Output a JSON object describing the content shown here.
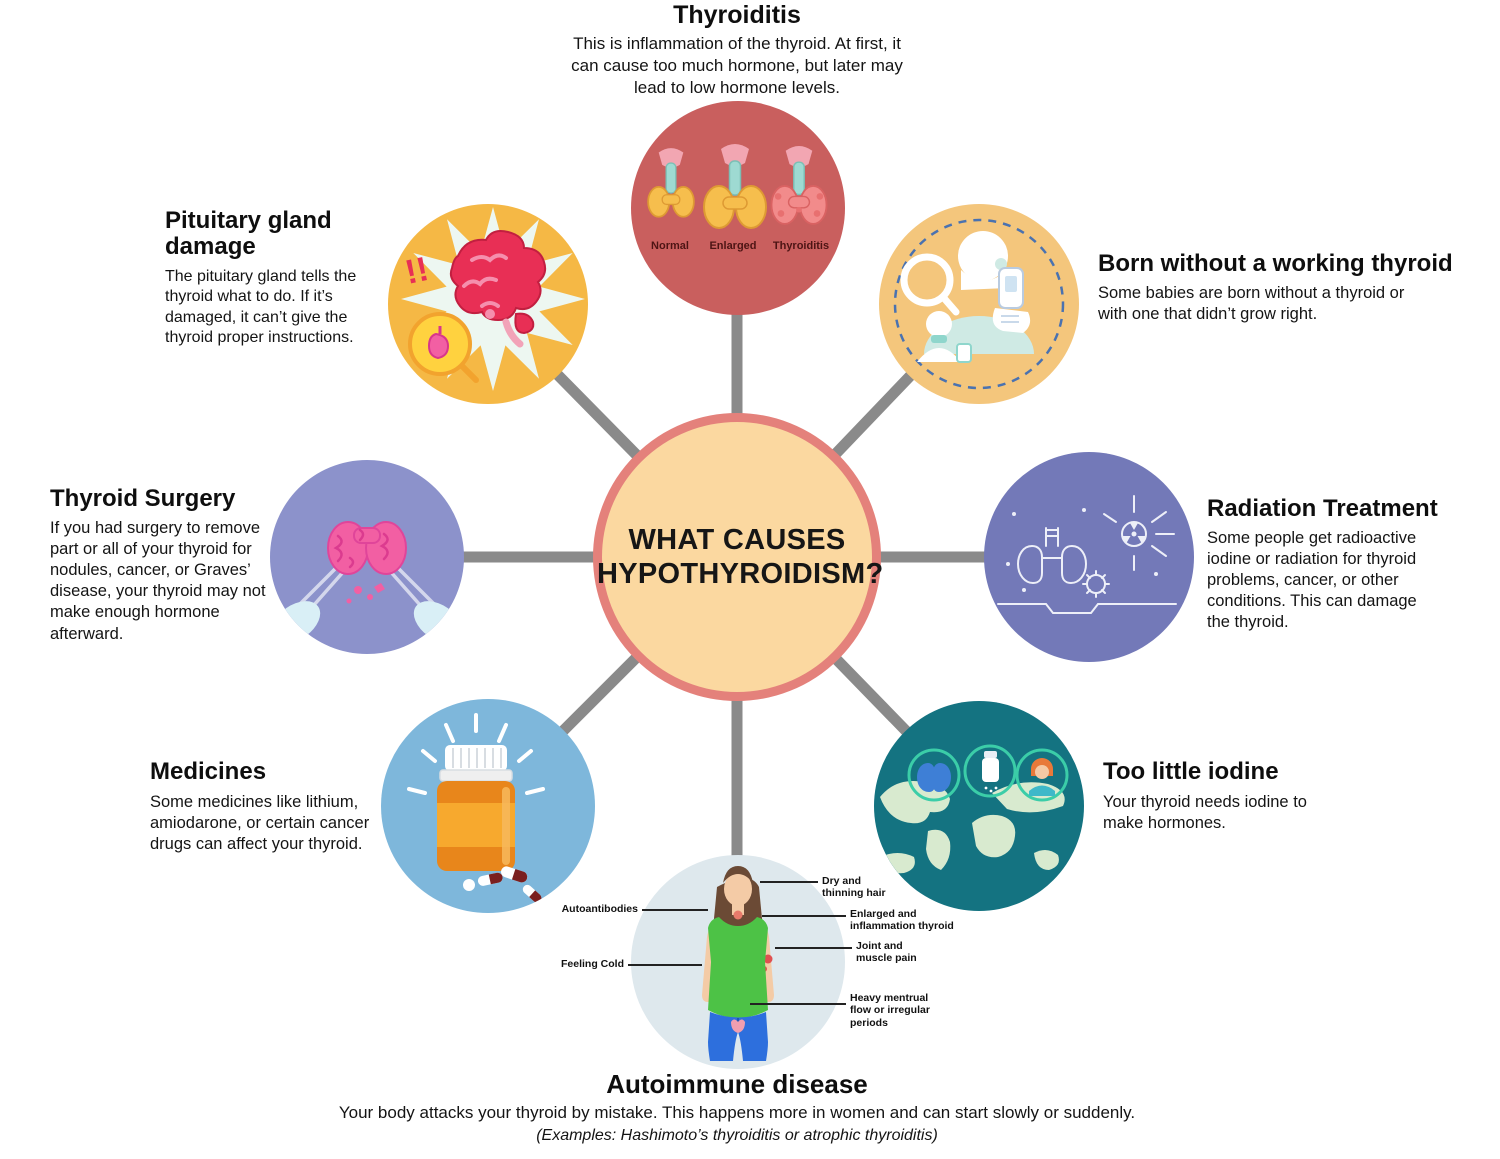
{
  "colors": {
    "spoke": "#8A8A8A",
    "center_fill": "#FBD8A0",
    "center_ring": "#E4817B",
    "thyroiditis_circle": "#C95F5E",
    "born_circle": "#F4C67C",
    "radiation_circle": "#7379B8",
    "iodine_circle": "#147381",
    "autoimmune_circle": "#DEE8ED",
    "medicines_circle": "#7EB7DB",
    "surgery_circle": "#8C92CB",
    "pituitary_circle": "#F5B845"
  },
  "center": {
    "title": "WHAT CAUSES HYPOTHYROIDISM?"
  },
  "nodes": {
    "thyroiditis": {
      "title": "Thyroiditis",
      "description": "This is inflammation of the thyroid. At first, it can cause too much hormone, but later may lead to low hormone levels.",
      "icon_labels": {
        "normal": "Normal",
        "enlarged": "Enlarged",
        "thyroiditis": "Thyroiditis"
      }
    },
    "pituitary": {
      "title": "Pituitary gland damage",
      "description": "The pituitary gland tells the thyroid what to do. If it’s damaged, it can’t give the thyroid proper instructions.",
      "icon_text": "!!"
    },
    "born": {
      "title": "Born without a working thyroid",
      "description": "Some babies are born without a thyroid or with one that didn’t grow right."
    },
    "radiation": {
      "title": "Radiation Treatment",
      "description": "Some people get radioactive iodine or radiation for thyroid problems, cancer, or other conditions. This can damage the thyroid."
    },
    "surgery": {
      "title": "Thyroid Surgery",
      "description": "If you had surgery to remove part or all of your thyroid for nodules, cancer, or Graves’ disease, your thyroid may not make enough hormone afterward."
    },
    "iodine": {
      "title": "Too little iodine",
      "description": "Your thyroid needs iodine to make hormones."
    },
    "medicines": {
      "title": "Medicines",
      "description": "Some medicines like lithium, amiodarone, or certain cancer drugs can affect your thyroid."
    },
    "autoimmune": {
      "title": "Autoimmune disease",
      "description": "Your body attacks your thyroid by mistake. This happens more in women and can start slowly or suddenly.",
      "examples": "(Examples: Hashimoto’s thyroiditis or atrophic thyroiditis)",
      "body_labels": {
        "hair": "Dry and thinning hair",
        "autoantibodies": "Autoantibodies",
        "thyroid": "Enlarged and inflammation thyroid",
        "joint": "Joint and muscle pain",
        "cold": "Feeling Cold",
        "periods": "Heavy mentrual flow or irregular periods"
      }
    }
  }
}
